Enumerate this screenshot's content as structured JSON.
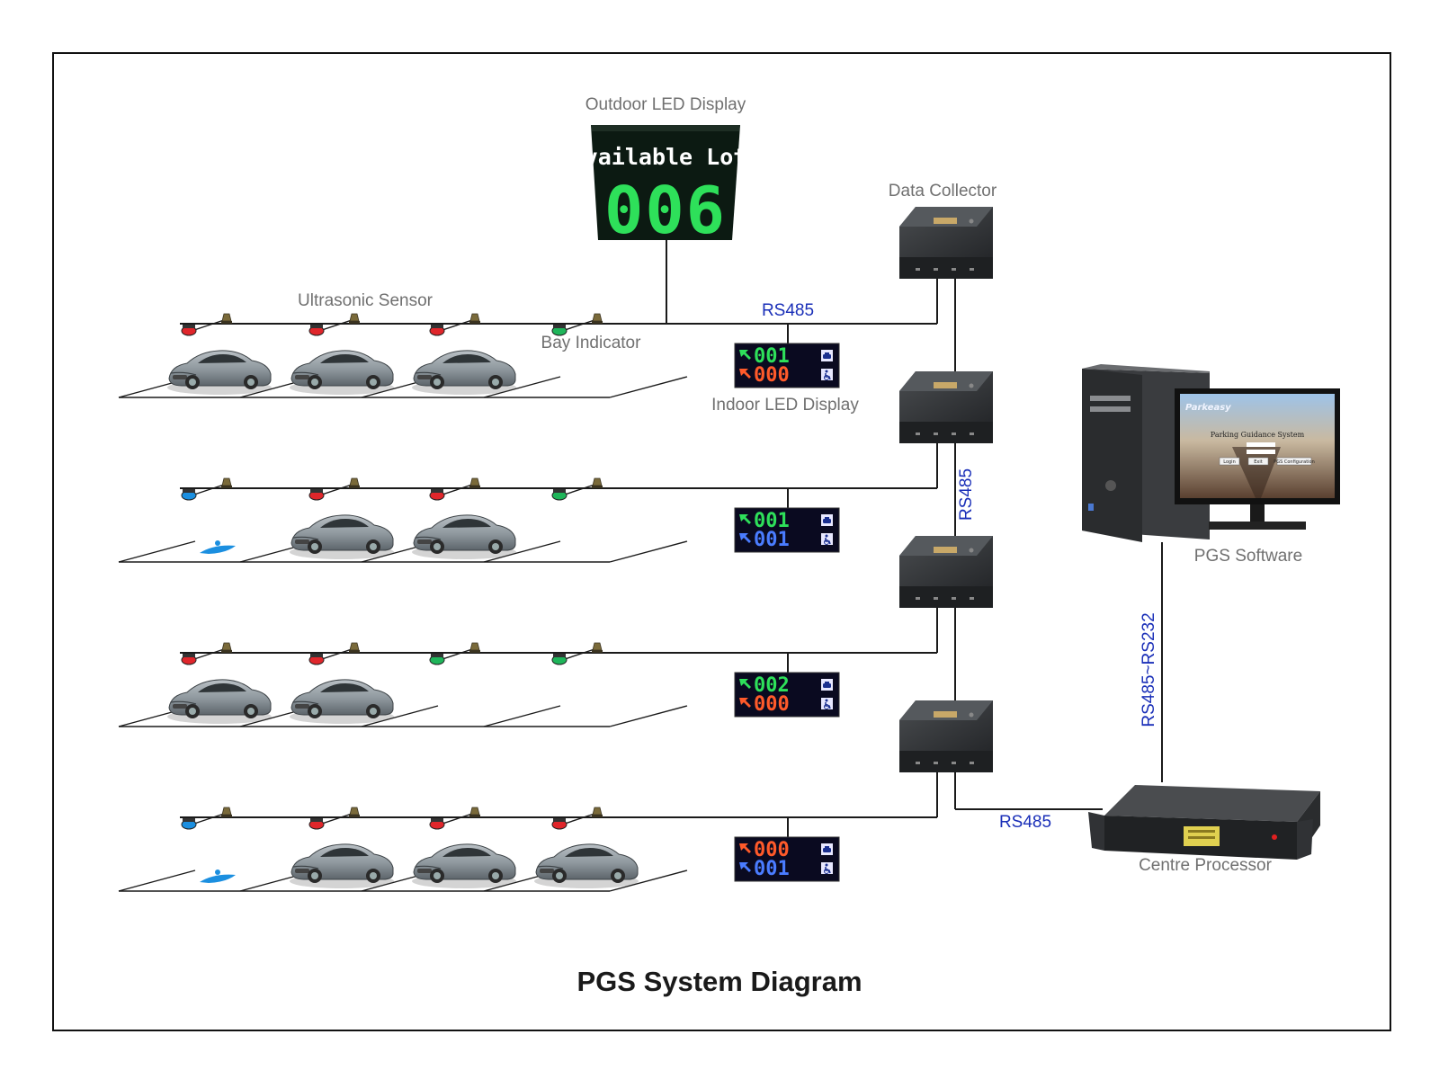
{
  "labels": {
    "outdoor_led": "Outdoor LED Display",
    "data_collector": "Data Collector",
    "ultrasonic_sensor": "Ultrasonic Sensor",
    "bay_indicator": "Bay Indicator",
    "indoor_led": "Indoor LED Display",
    "pgs_software": "PGS Software",
    "centre_processor": "Centre Processor",
    "rs485_top": "RS485",
    "rs485_vertical": "RS485",
    "rs485_232": "RS485~RS232",
    "rs485_bottom": "RS485",
    "title": "PGS System Diagram"
  },
  "outdoor_display": {
    "heading": "Available Lots",
    "count": "006",
    "text_color": "#ffffff",
    "digit_color": "#2ee05a"
  },
  "software_screen": {
    "brand": "Parkeasy",
    "title": "Parking Guidance System",
    "buttons": [
      "Login",
      "Exit",
      "PGS Configuration"
    ]
  },
  "rows": [
    {
      "indicators": [
        "red",
        "red",
        "red",
        "green"
      ],
      "spots": [
        "car",
        "car",
        "car",
        "empty"
      ],
      "sign": [
        {
          "value": "001",
          "color": "#2ee05a"
        },
        {
          "value": "000",
          "color": "#ff5a2a"
        }
      ]
    },
    {
      "indicators": [
        "blue",
        "red",
        "red",
        "green"
      ],
      "spots": [
        "disabled",
        "car",
        "car",
        "empty"
      ],
      "sign": [
        {
          "value": "001",
          "color": "#2ee05a"
        },
        {
          "value": "001",
          "color": "#4a7cff"
        }
      ]
    },
    {
      "indicators": [
        "red",
        "red",
        "green",
        "green"
      ],
      "spots": [
        "car",
        "car",
        "empty",
        "empty"
      ],
      "sign": [
        {
          "value": "002",
          "color": "#2ee05a"
        },
        {
          "value": "000",
          "color": "#ff5a2a"
        }
      ]
    },
    {
      "indicators": [
        "blue",
        "red",
        "red",
        "red"
      ],
      "spots": [
        "disabled",
        "car",
        "car",
        "car"
      ],
      "sign": [
        {
          "value": "000",
          "color": "#ff5a2a"
        },
        {
          "value": "001",
          "color": "#4a7cff"
        }
      ]
    }
  ],
  "colors": {
    "line": "#1a1a1a",
    "label_gray": "#707070",
    "label_blue": "#1a2fb8",
    "indicator_red": "#e0262b",
    "indicator_green": "#1fb55a",
    "indicator_blue": "#1b8fe0",
    "car_body": "#8d969c"
  }
}
